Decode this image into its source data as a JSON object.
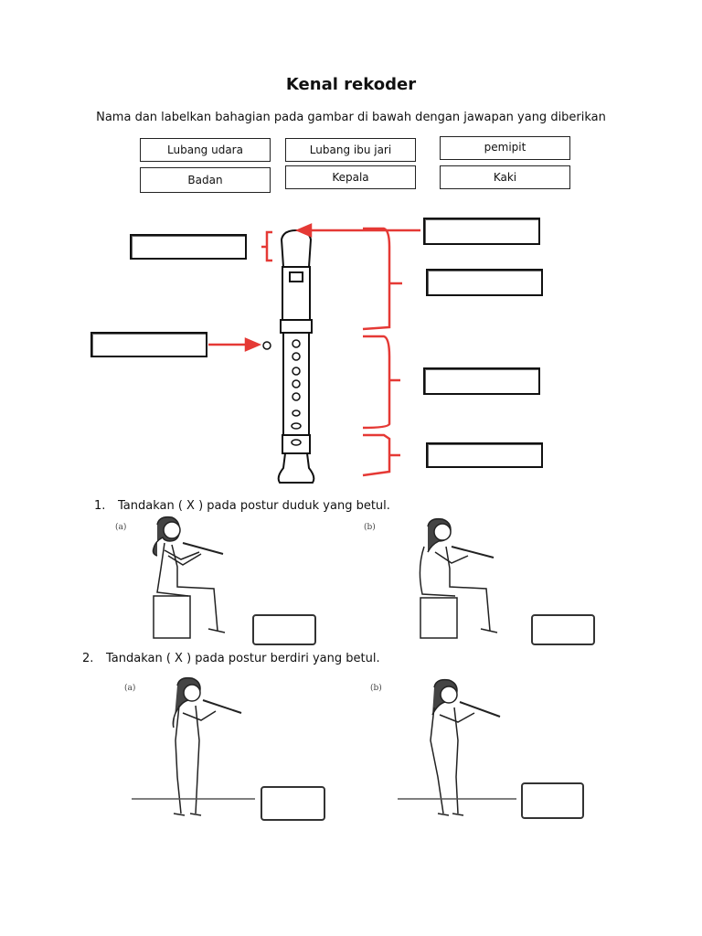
{
  "title": "Kenal rekoder",
  "instruction": "Nama dan labelkan bahagian pada gambar di bawah dengan jawapan yang diberikan",
  "answer_words": [
    "Lubang udara",
    "Lubang ibu jari",
    "pemipit",
    "Badan",
    "Kepala",
    "Kaki"
  ],
  "questions": [
    {
      "number": "1.",
      "text": "Tandakan ( X ) pada postur duduk yang betul."
    },
    {
      "number": "2.",
      "text": "Tandakan ( X ) pada postur berdiri yang betul."
    }
  ],
  "option_labels": [
    "(a)",
    "(b)"
  ],
  "colors": {
    "arrow": "#e53935",
    "line": "#111111"
  }
}
